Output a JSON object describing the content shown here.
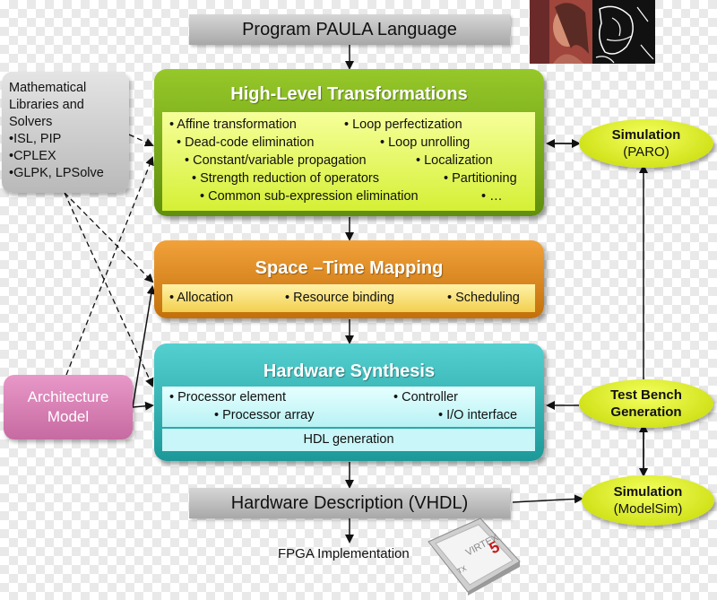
{
  "top_bar": {
    "label": "Program PAULA Language"
  },
  "bottom_bar": {
    "label": "Hardware Description (VHDL)"
  },
  "fpga": {
    "label": "FPGA Implementation"
  },
  "math_box": {
    "lines": [
      "Mathematical",
      "Libraries and",
      "Solvers",
      "•ISL, PIP",
      "•CPLEX",
      "•GLPK, LPSolve"
    ]
  },
  "arch_box": {
    "lines": [
      "Architecture",
      "Model"
    ]
  },
  "stages": {
    "high_level": {
      "title": "High-Level Transformations",
      "items": [
        "• Affine transformation",
        "• Loop perfectization",
        "• Dead-code elimination",
        "• Loop unrolling",
        "• Constant/variable propagation",
        "• Localization",
        "• Strength reduction of operators",
        "• Partitioning",
        "• Common sub-expression elimination",
        "• …"
      ]
    },
    "space_time": {
      "title": "Space –Time Mapping",
      "items": [
        "• Allocation",
        "• Resource binding",
        "• Scheduling"
      ]
    },
    "hardware": {
      "title": "Hardware Synthesis",
      "items": [
        "• Processor element",
        "• Controller",
        "• Processor array",
        "• I/O interface"
      ],
      "hdl": "HDL generation"
    }
  },
  "ovals": {
    "paro": {
      "line1": "Simulation",
      "line2": "(PARO)"
    },
    "testbench": {
      "line1": "Test Bench",
      "line2": "Generation"
    },
    "modelsim": {
      "line1": "Simulation",
      "line2": "(ModelSim)"
    }
  },
  "chip_text": {
    "line1": "VIRTEX",
    "line2": "5",
    "line3": "TX"
  },
  "colors": {
    "green_stage": "#7cb518",
    "orange_stage": "#e08a1e",
    "teal_stage": "#2bb3b3",
    "oval": "#dbe800",
    "arch": "#d47fb4"
  }
}
